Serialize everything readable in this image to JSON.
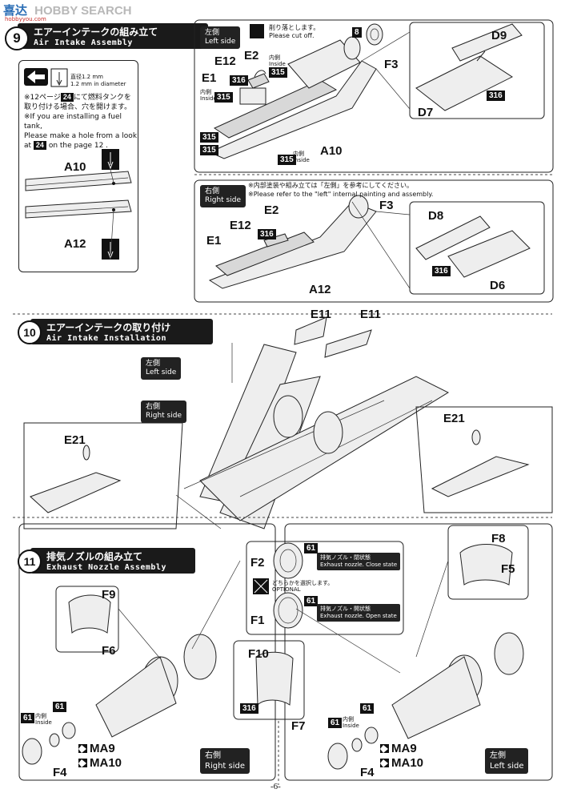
{
  "watermark": {
    "brand": "HOBBY SEARCH",
    "chinese_site": "喜达",
    "url": "hobbyyou.com"
  },
  "step9": {
    "number": "9",
    "title_jp": "エアーインテークの組み立て",
    "title_en": "Air Intake Assembly",
    "left_side": {
      "jp": "左側",
      "en": "Left side"
    },
    "right_side": {
      "jp": "右側",
      "en": "Right side"
    },
    "cut_off_note": {
      "jp": "削り落とします。",
      "en": "Please cut off."
    },
    "drill_note": {
      "size_jp": "直径1.2 mm",
      "size_en": "1.2 mm in diameter"
    },
    "fuel_note": {
      "jp_line1": "※12ページ",
      "jp_ref": "24",
      "jp_line1b": "にて燃料タンクを",
      "jp_line2": "取り付ける場合、穴を開けます。",
      "en_line1": "※If you are installing a fuel tank,",
      "en_line2": "Please make a hole from a look",
      "en_line3a": "at",
      "en_ref": "24",
      "en_line3b": "on the page 12 ."
    },
    "right_note": {
      "jp": "※内部塗装や組み立ては「左側」を参考にしてください。",
      "en": "※Please refer to the \"left\" internal painting and assembly."
    },
    "inside": {
      "jp": "内側",
      "en": "Inside"
    },
    "parts": {
      "A10": "A10",
      "A12": "A12",
      "E1": "E1",
      "E2": "E2",
      "E12": "E12",
      "F3": "F3",
      "D7": "D7",
      "D9": "D9",
      "D8": "D8",
      "D6": "D6",
      "eight": "8"
    },
    "colors": {
      "c315": "315",
      "c316": "316"
    }
  },
  "step10": {
    "number": "10",
    "title_jp": "エアーインテークの取り付け",
    "title_en": "Air Intake Installation",
    "left_side": {
      "jp": "左側",
      "en": "Left side"
    },
    "right_side": {
      "jp": "右側",
      "en": "Right side"
    },
    "parts": {
      "E11a": "E11",
      "E11b": "E11",
      "E21a": "E21",
      "E21b": "E21"
    }
  },
  "step11": {
    "number": "11",
    "title_jp": "排気ノズルの組み立て",
    "title_en": "Exhaust Nozzle Assembly",
    "optional_jp": "どちらかを選択します。",
    "optional_en": "OPTIONAL",
    "close_state": {
      "jp": "排気ノズル・閉状態",
      "en": "Exhaust nozzle. Close state"
    },
    "open_state": {
      "jp": "排気ノズル・開状態",
      "en": "Exhaust nozzle. Open state"
    },
    "right_side": {
      "jp": "右側",
      "en": "Right side"
    },
    "left_side": {
      "jp": "左側",
      "en": "Left side"
    },
    "inside": {
      "jp": "内側",
      "en": "Inside"
    },
    "parts": {
      "F2": "F2",
      "F1": "F1",
      "F8": "F8",
      "F5": "F5",
      "F9": "F9",
      "F6": "F6",
      "F10": "F10",
      "F7": "F7",
      "F4a": "F4",
      "F4b": "F4",
      "MA9a": "MA9",
      "MA10a": "MA10",
      "MA9b": "MA9",
      "MA10b": "MA10"
    },
    "colors": {
      "c61": "61",
      "c316": "316"
    }
  },
  "page_number": "-6-",
  "accent_colors": {
    "ink": "#111111",
    "panel_bg": "#ffffff",
    "badge_bg": "#111111",
    "watermark_red": "#c9302c"
  }
}
